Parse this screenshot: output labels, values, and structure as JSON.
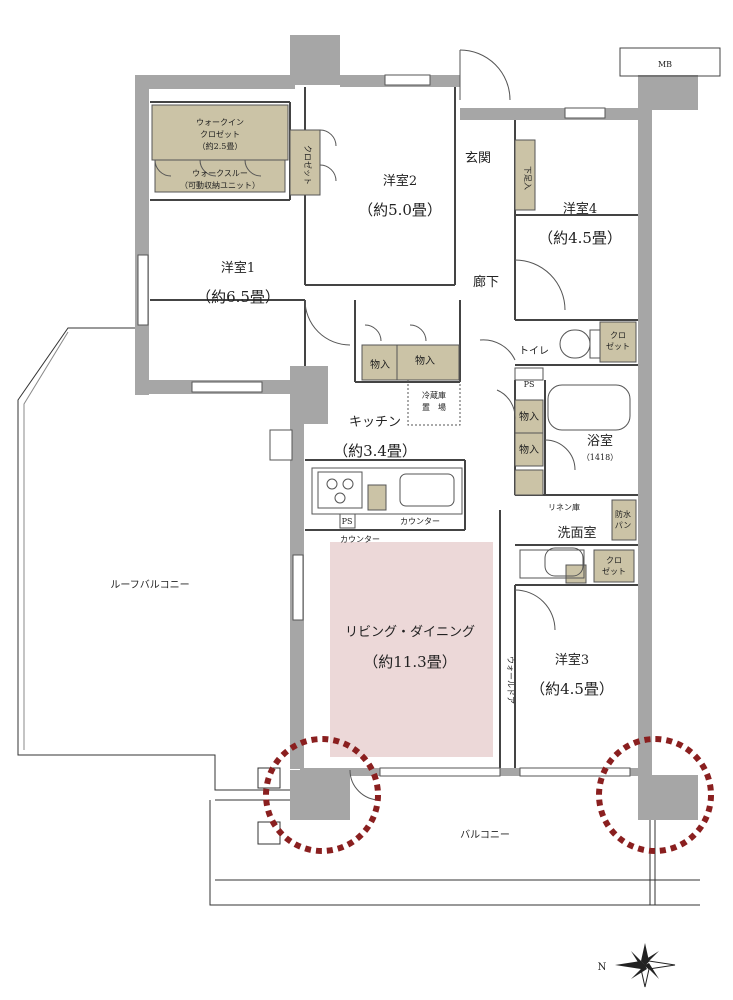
{
  "rooms": {
    "western1_name": "洋室1",
    "western1_size": "（約6.5畳）",
    "western2_name": "洋室2",
    "western2_size": "（約5.0畳）",
    "western3_name": "洋室3",
    "western3_size": "（約4.5畳）",
    "western4_name": "洋室4",
    "western4_size": "（約4.5畳）",
    "kitchen_name": "キッチン",
    "kitchen_size": "（約3.4畳）",
    "living_name": "リビング・ダイニング",
    "living_size": "（約11.3畳）",
    "bath_name": "浴室",
    "bath_size": "（1418）",
    "washroom": "洗面室",
    "entrance": "玄関",
    "hallway": "廊下",
    "toilet": "トイレ"
  },
  "storage": {
    "walkin_line1": "ウォークイン",
    "walkin_line2": "クロゼット",
    "walkin_line3": "（約2.5畳）",
    "walkthrough_line1": "ウォークスルー",
    "walkthrough_line2": "（可動収納ユニット）",
    "closet": "クロゼット",
    "closet_short_1": "クロ",
    "closet_short_2": "ゼット",
    "storage_item": "物入",
    "shoe_box": "下足入",
    "linen": "リネン庫",
    "waterproof_1": "防水",
    "waterproof_2": "パン",
    "fridge_1": "冷蔵庫",
    "fridge_2": "置　場"
  },
  "fixtures": {
    "ps": "PS",
    "counter": "カウンター",
    "walldoor": "ウォールドア",
    "mb": "MB"
  },
  "outside": {
    "roof_balcony": "ルーフバルコニー",
    "balcony": "バルコニー"
  },
  "compass": {
    "north_letter": "N"
  },
  "colors": {
    "wall": "#a6a6a6",
    "storage_fill": "#cbc3a6",
    "living_highlight": "#ecd8d8",
    "marker_circle": "#8a1f1f"
  }
}
